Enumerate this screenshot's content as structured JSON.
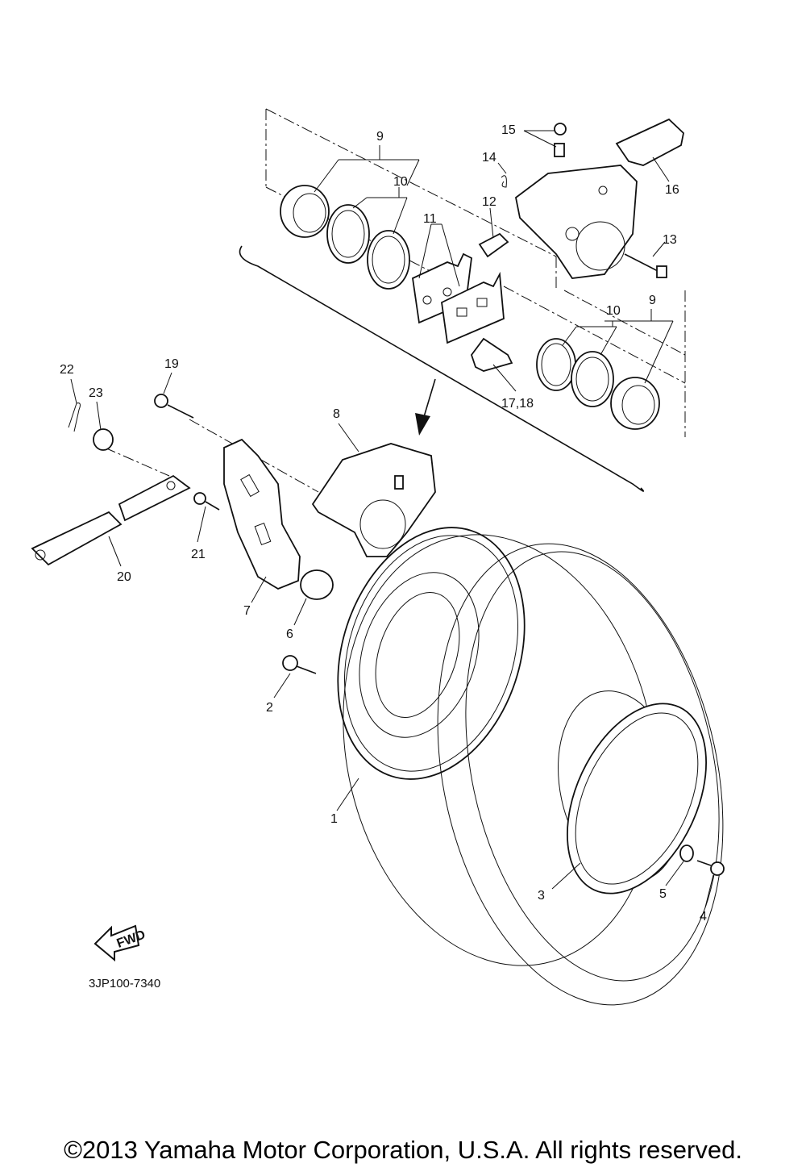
{
  "diagram_code": "3JP100-7340",
  "copyright": "©2013 Yamaha Motor Corporation, U.S.A. All rights reserved.",
  "fwd_label": "FWD",
  "callouts": {
    "c1": "1",
    "c2": "2",
    "c3": "3",
    "c4": "4",
    "c5": "5",
    "c6": "6",
    "c7": "7",
    "c8": "8",
    "c9a": "9",
    "c9b": "9",
    "c10a": "10",
    "c10b": "10",
    "c11": "11",
    "c12": "12",
    "c13": "13",
    "c14": "14",
    "c15": "15",
    "c16": "16",
    "c17": "17,18",
    "c19": "19",
    "c20": "20",
    "c21": "21",
    "c22": "22",
    "c23": "23"
  }
}
